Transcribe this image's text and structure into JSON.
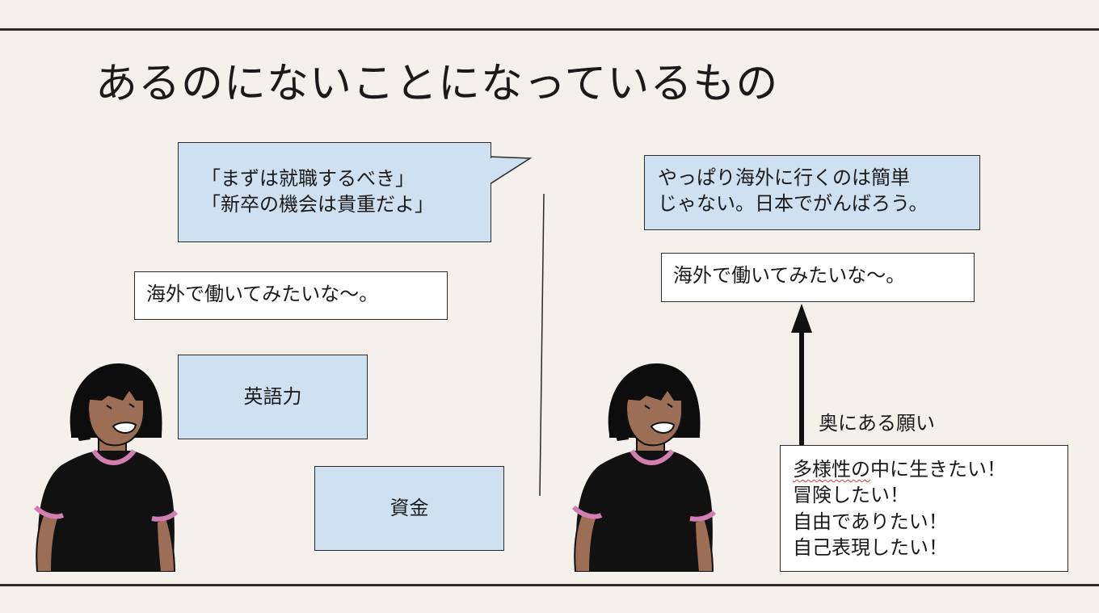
{
  "slide": {
    "title": "あるのにないことになっているもの"
  },
  "left": {
    "speech_lines": [
      "「まずは就職するべき」",
      "「新卒の機会は貴重だよ」"
    ],
    "wish": "海外で働いてみたいな〜。",
    "obstacles": [
      "英語力",
      "資金"
    ]
  },
  "right": {
    "thought_lines": [
      "やっぱり海外に行くのは簡単",
      "じゃない。日本でがんばろう。"
    ],
    "wish": "海外で働いてみたいな〜。",
    "arrow_label": "奥にある願い",
    "deep_wishes_prefix": "多様性の",
    "deep_wishes_first_rest": "中に生きたい！",
    "deep_wishes": [
      "冒険したい！",
      "自由でありたい！",
      "自己表現したい！"
    ]
  },
  "colors": {
    "background": "#f4f1ed",
    "box_blue": "#cfe0f1",
    "shirt": "#111111",
    "shirt_trim": "#d07fb0",
    "skin": "#9b6e55",
    "hair": "#0d0d0d"
  },
  "icons": [
    "person-left-illustration",
    "person-right-illustration",
    "up-arrow-icon"
  ]
}
